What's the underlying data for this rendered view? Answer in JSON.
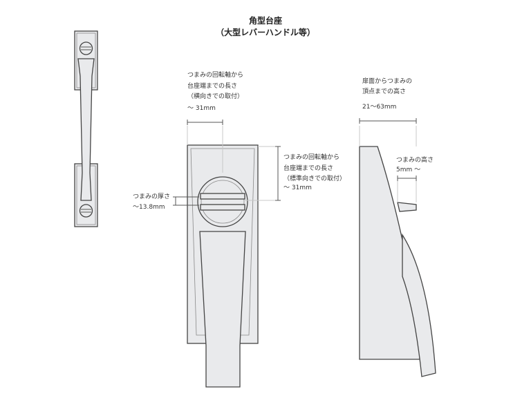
{
  "title": {
    "line1": "角型台座",
    "line2": "（大型レバーハンドル等）"
  },
  "labels": {
    "horizontal_length": [
      "つまみの回転軸から",
      "台座端までの長さ",
      "（横向きでの取付）",
      "〜 31mm"
    ],
    "standard_length": [
      "つまみの回転軸から",
      "台座端までの長さ",
      "（標準向きでの取付）",
      "〜 31mm"
    ],
    "thickness": [
      "つまみの厚さ",
      "〜13.8mm"
    ],
    "door_to_top_height": [
      "扉面からつまみの",
      "頂点までの高さ",
      "21〜63mm"
    ],
    "knob_height": [
      "つまみの高さ",
      "5mm 〜"
    ]
  }
}
